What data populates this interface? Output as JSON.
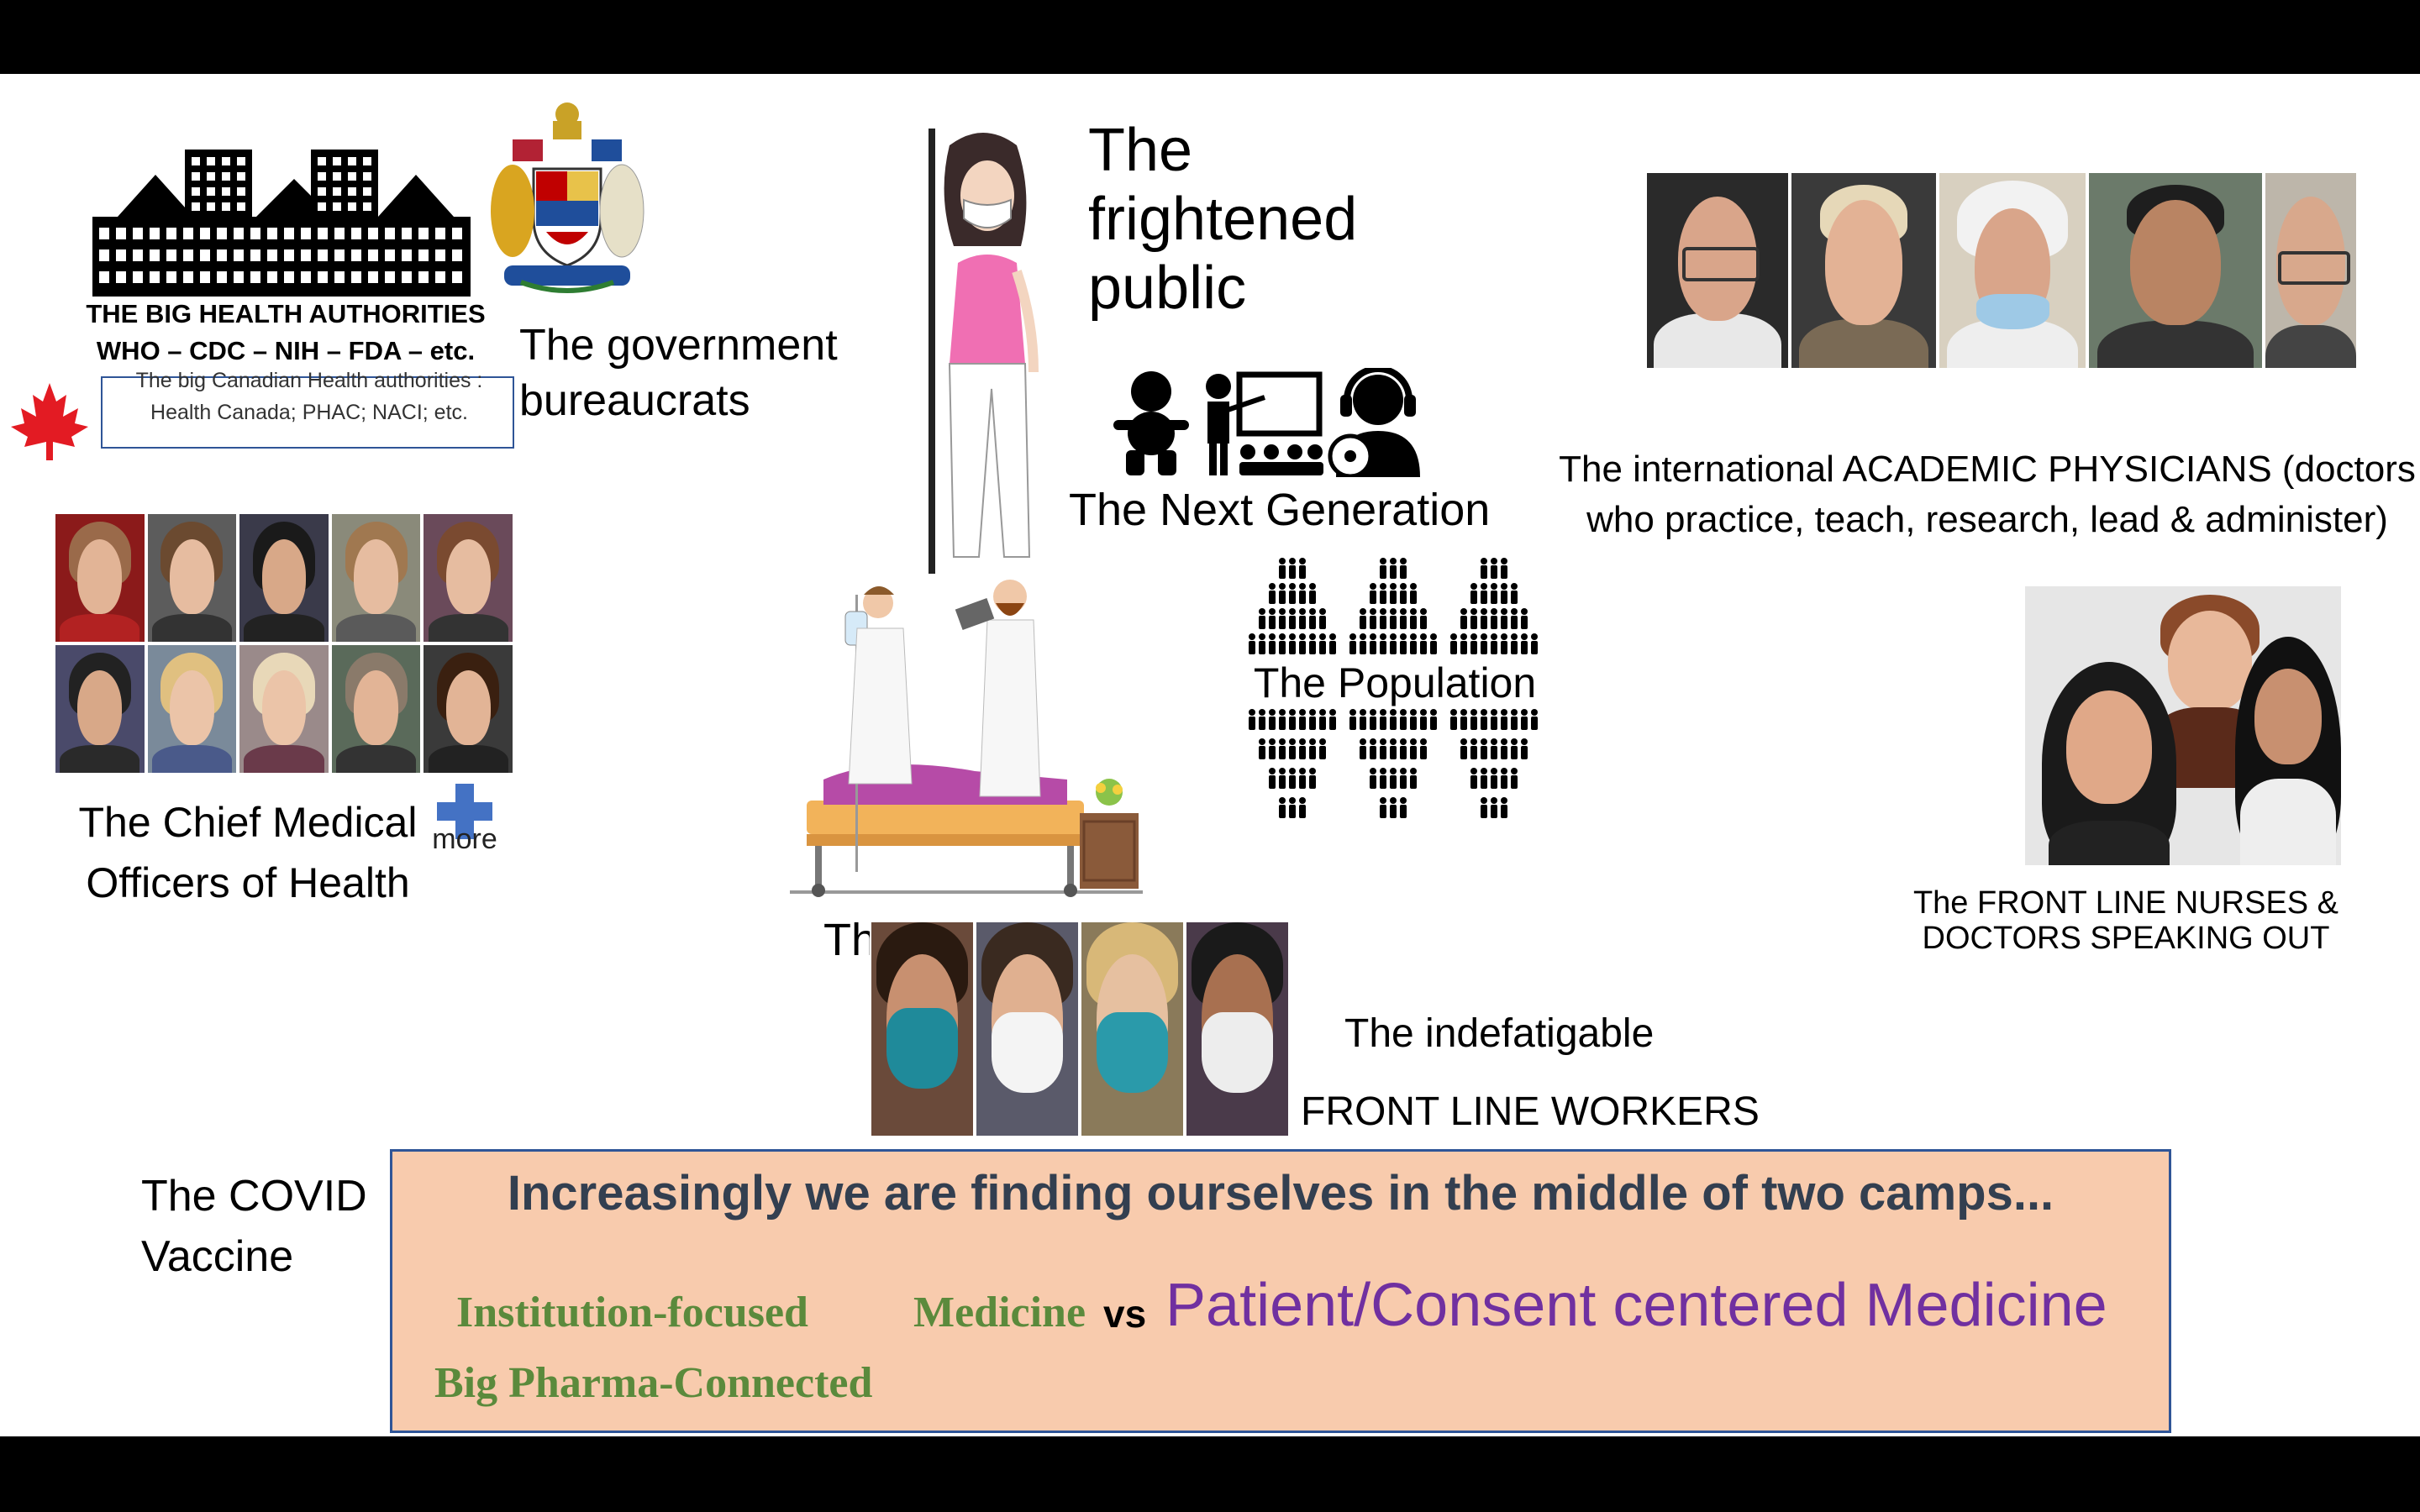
{
  "labels": {
    "big_health_1": "THE BIG HEALTH AUTHORITIES",
    "big_health_2": "WHO – CDC – NIH – FDA – etc.",
    "government": "The government bureaucrats",
    "canadian_box": "The big Canadian Health authorities : Health Canada; PHAC; NACI; etc.",
    "frightened": "The frightened public",
    "next_generation": "The Next Generation",
    "academic_1": "The international ACADEMIC PHYSICIANS (doctors",
    "academic_2": "who practice, teach, research, lead & administer)",
    "cmo": "The Chief Medical Officers of Health",
    "more": "more",
    "patient": "The Patient",
    "population": "The Population",
    "front_line_nurses_1": "The FRONT LINE NURSES &",
    "front_line_nurses_2": "DOCTORS SPEAKING OUT",
    "indefatigable": "The indefatigable",
    "front_line_workers": "FRONT LINE WORKERS",
    "vaccine": "The COVID Vaccine"
  },
  "camps_box": {
    "headline": "Increasingly we are finding ourselves in the middle of two camps...",
    "institution": "Institution-focused",
    "medicine": "Medicine",
    "vs": "vs",
    "patient_consent": "Patient/Consent centered Medicine",
    "big_pharma": "Big Pharma-Connected"
  },
  "colors": {
    "camps_fill": "#F8CBAD",
    "camps_border": "#2F5597",
    "green_text": "#5B8A3C",
    "purple_text": "#7030A0",
    "headline_text": "#333F50",
    "plus_blue": "#4472C4",
    "canada_red": "#E31B23"
  },
  "icons": [
    "buildings-icon",
    "coat-of-arms-icon",
    "canada-flag-icon",
    "woman-in-mask-icon",
    "baby-icon",
    "teacher-icon",
    "teen-headphones-icon",
    "patient-bed-icon",
    "population-icon",
    "plus-icon"
  ]
}
